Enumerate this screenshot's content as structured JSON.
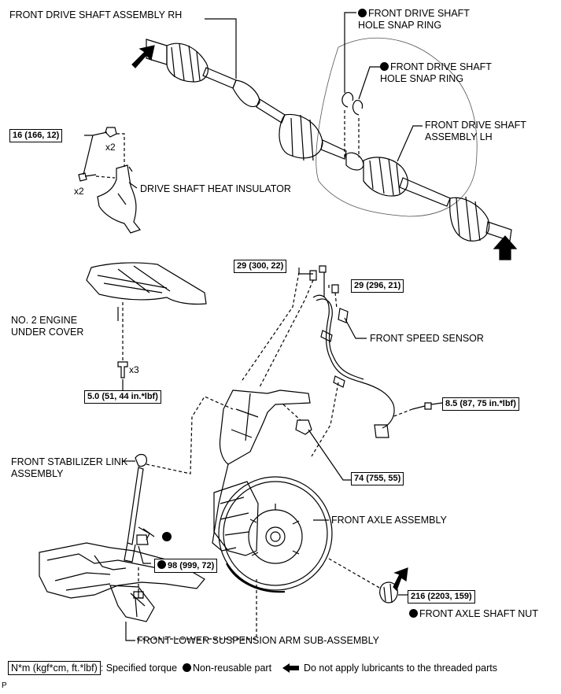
{
  "labels": {
    "drive_shaft_rh": "FRONT DRIVE SHAFT ASSEMBLY RH",
    "snap_ring_1": "FRONT DRIVE SHAFT HOLE SNAP RING",
    "snap_ring_2": "FRONT DRIVE SHAFT HOLE SNAP RING",
    "drive_shaft_lh": "FRONT DRIVE SHAFT ASSEMBLY LH",
    "heat_insulator": "DRIVE SHAFT HEAT INSULATOR",
    "engine_under_cover": "NO. 2 ENGINE UNDER COVER",
    "speed_sensor": "FRONT SPEED SENSOR",
    "stabilizer_link": "FRONT STABILIZER LINK ASSEMBLY",
    "axle_assembly": "FRONT AXLE ASSEMBLY",
    "axle_shaft_nut": "FRONT AXLE SHAFT NUT",
    "lower_arm": "FRONT LOWER SUSPENSION ARM SUB-ASSEMBLY"
  },
  "torques": {
    "t1": "16 (166, 12)",
    "t2": "29 (300, 22)",
    "t3": "29 (296, 21)",
    "t4": "5.0 (51, 44 in.*lbf)",
    "t5": "8.5 (87, 75 in.*lbf)",
    "t6": "74 (755, 55)",
    "t7": "98 (999, 72)",
    "t8": "216 (2203, 159)"
  },
  "quantities": {
    "q1": "x2",
    "q2": "x2",
    "q3": "x3"
  },
  "legend": {
    "torque_unit": "N*m (kgf*cm, ft.*lbf)",
    "torque_text": ": Specified torque",
    "non_reusable": "Non-reusable part",
    "no_lubricant": "Do not apply lubricants to the threaded parts"
  },
  "page_letter": "P"
}
